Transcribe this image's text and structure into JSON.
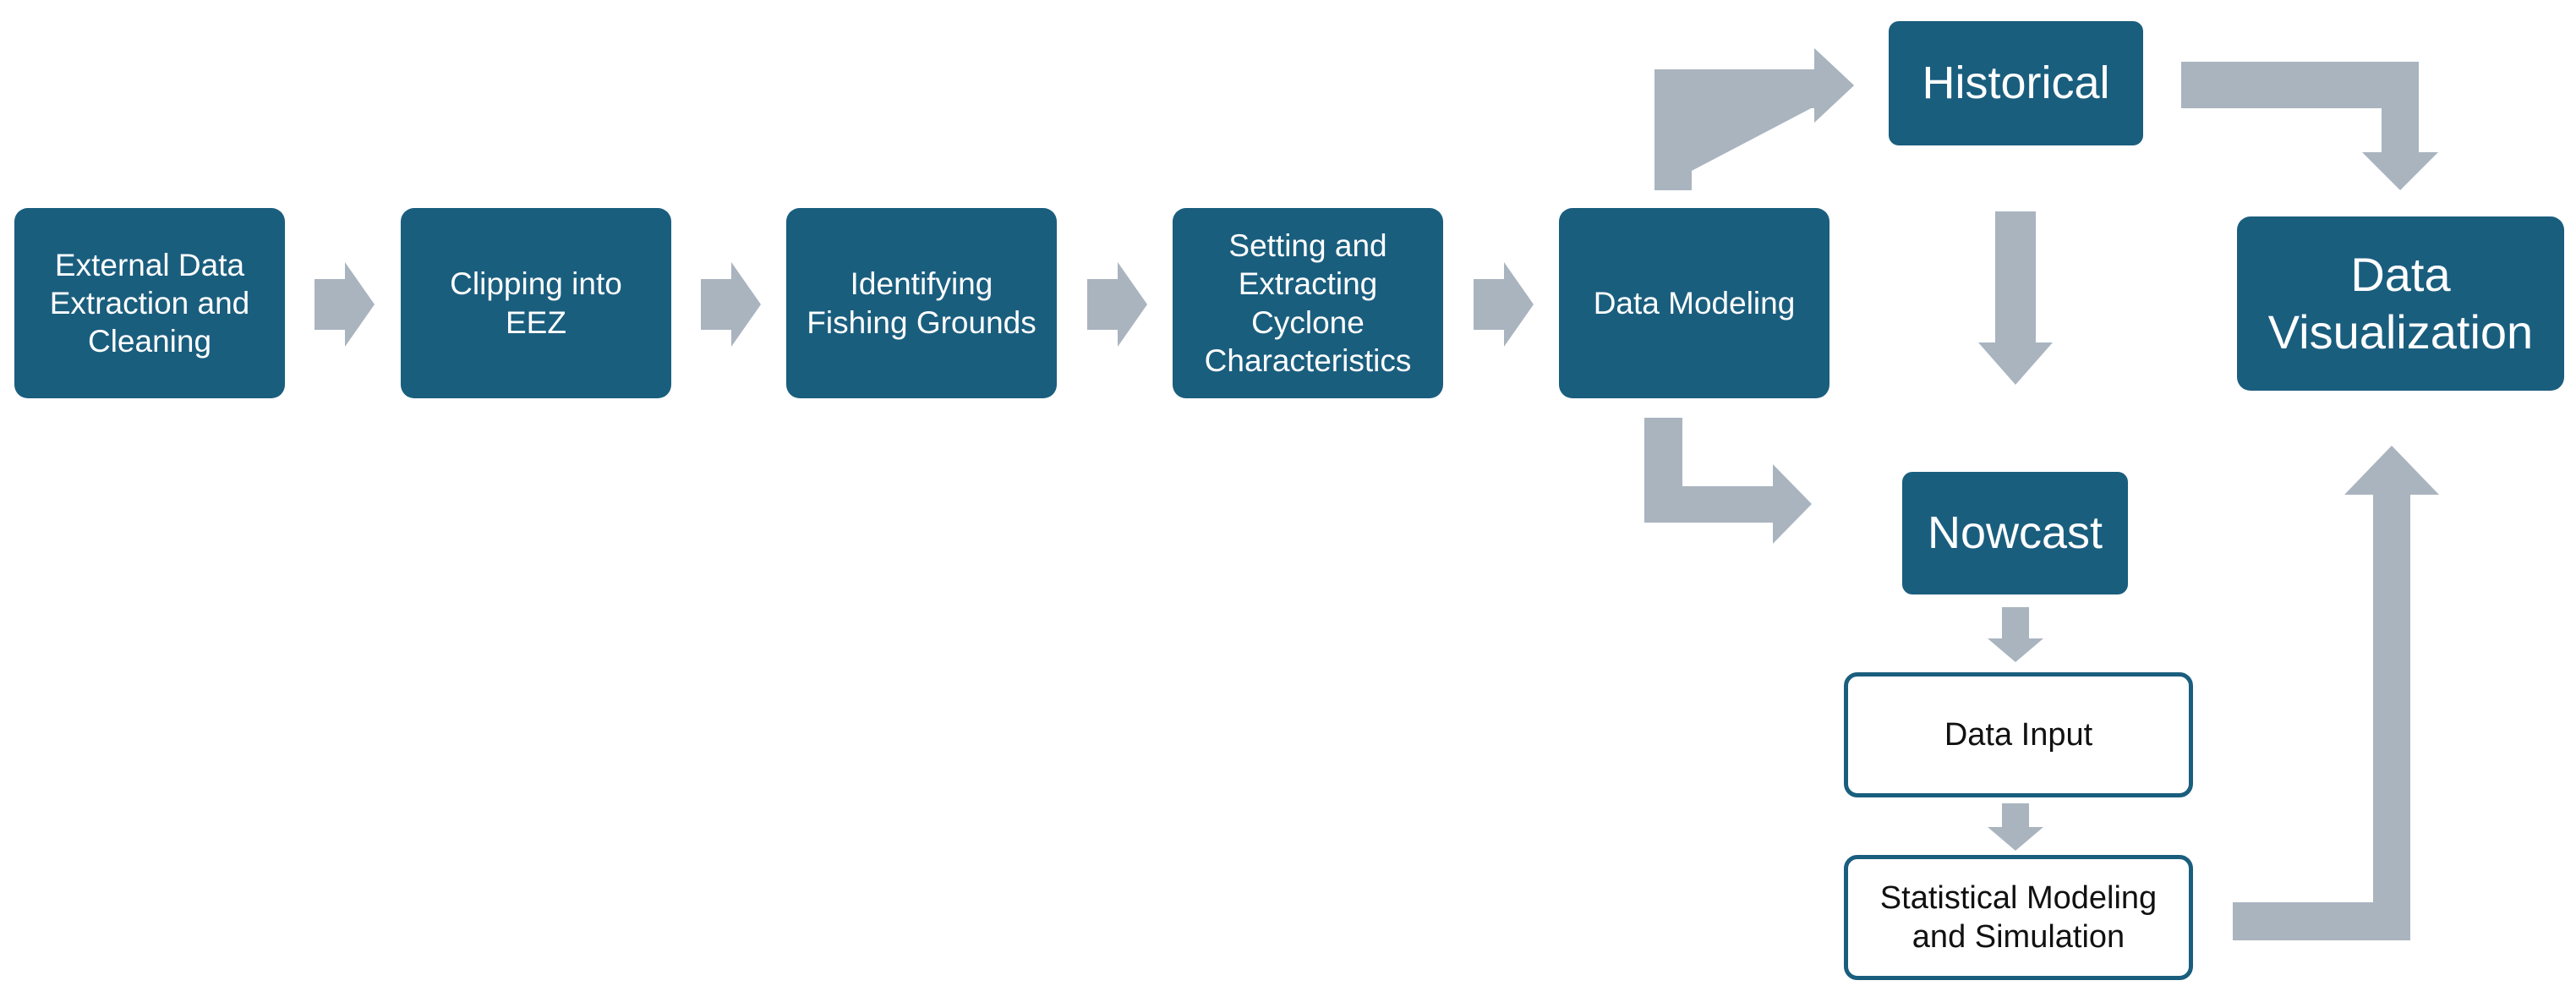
{
  "colors": {
    "box_fill": "#1a5e7e",
    "box_text": "#ffffff",
    "outline_box_border": "#1a5e7e",
    "outline_box_text": "#111111",
    "arrow": "#a9b4bf",
    "background": "#ffffff"
  },
  "nodes": {
    "external_data": "External Data\nExtraction and\nCleaning",
    "clipping": "Clipping into\nEEZ",
    "fishing_grounds": "Identifying\nFishing Grounds",
    "cyclone": "Setting and\nExtracting\nCyclone\nCharacteristics",
    "data_modeling": "Data Modeling",
    "historical": "Historical",
    "nowcast": "Nowcast",
    "data_input": "Data Input",
    "statistical_modeling": "Statistical Modeling\nand Simulation",
    "data_visualization": "Data\nVisualization"
  },
  "edges": [
    {
      "from": "External Data Extraction and Cleaning",
      "to": "Clipping into EEZ"
    },
    {
      "from": "Clipping into EEZ",
      "to": "Identifying Fishing Grounds"
    },
    {
      "from": "Identifying Fishing Grounds",
      "to": "Setting and Extracting Cyclone Characteristics"
    },
    {
      "from": "Setting and Extracting Cyclone Characteristics",
      "to": "Data Modeling"
    },
    {
      "from": "Data Modeling",
      "to": "Historical"
    },
    {
      "from": "Data Modeling",
      "to": "Nowcast"
    },
    {
      "from": "Historical",
      "to": "Nowcast"
    },
    {
      "from": "Historical",
      "to": "Data Visualization"
    },
    {
      "from": "Nowcast",
      "to": "Data Input"
    },
    {
      "from": "Data Input",
      "to": "Statistical Modeling and Simulation"
    },
    {
      "from": "Statistical Modeling and Simulation",
      "to": "Data Visualization"
    }
  ]
}
